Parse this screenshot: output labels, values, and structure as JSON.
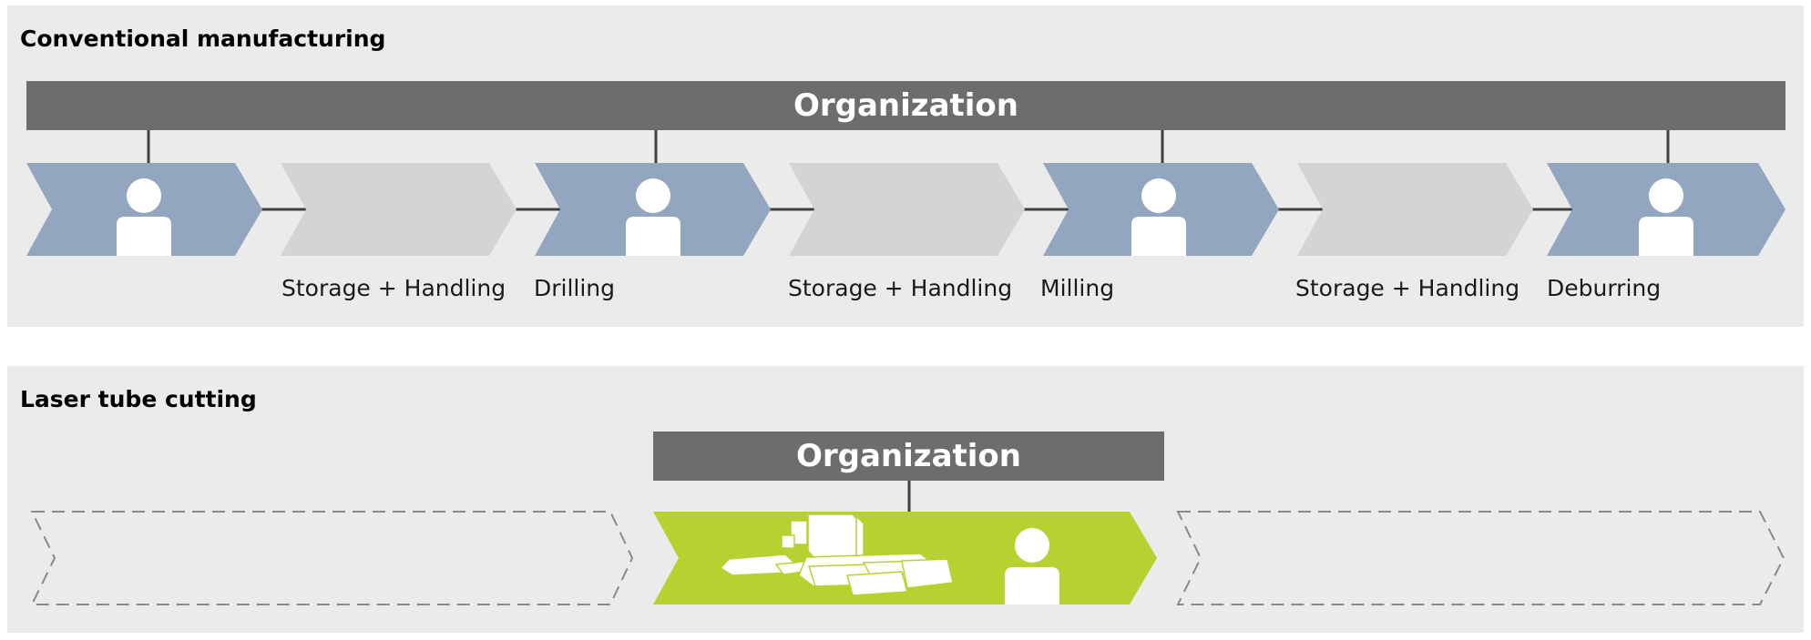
{
  "conventional": {
    "title": "Conventional manufacturing",
    "organization_label": "Organization",
    "steps": [
      {
        "type": "person",
        "label": ""
      },
      {
        "type": "transfer",
        "label": "Storage + Handling"
      },
      {
        "type": "person",
        "label": "Drilling"
      },
      {
        "type": "transfer",
        "label": "Storage + Handling"
      },
      {
        "type": "person",
        "label": "Milling"
      },
      {
        "type": "transfer",
        "label": "Storage + Handling"
      },
      {
        "type": "person",
        "label": "Deburring"
      }
    ]
  },
  "laser": {
    "title": "Laser tube cutting",
    "organization_label": "Organization",
    "steps": [
      {
        "type": "eliminated"
      },
      {
        "type": "machine-person"
      },
      {
        "type": "eliminated"
      }
    ]
  },
  "colors": {
    "panel_background": "#ebebeb",
    "organization_bar": "#6e6d6b",
    "person_step": "#93a6bf",
    "transfer_step": "#d4d4d4",
    "laser_step": "#b9d130",
    "dashed_outline": "#8a8a8a",
    "connector": "#404040"
  }
}
